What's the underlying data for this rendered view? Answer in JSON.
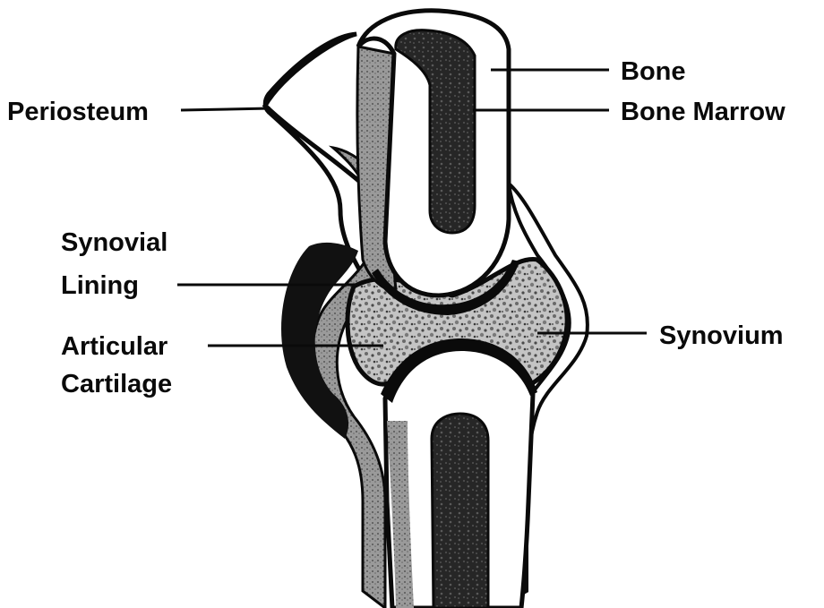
{
  "labels": {
    "bone": "Bone",
    "bone_marrow": "Bone Marrow",
    "periosteum": "Periosteum",
    "synovial_lining_1": "Synovial",
    "synovial_lining_2": "Lining",
    "articular_cartilage_1": "Articular",
    "articular_cartilage_2": "Cartilage",
    "synovium": "Synovium"
  },
  "colors": {
    "ink": "#0a0a0a",
    "bone_fill": "#ffffff",
    "marrow": "#1e1e1e",
    "synovium_fill": "#b8b8b8",
    "shading": "#8a8a8a"
  }
}
